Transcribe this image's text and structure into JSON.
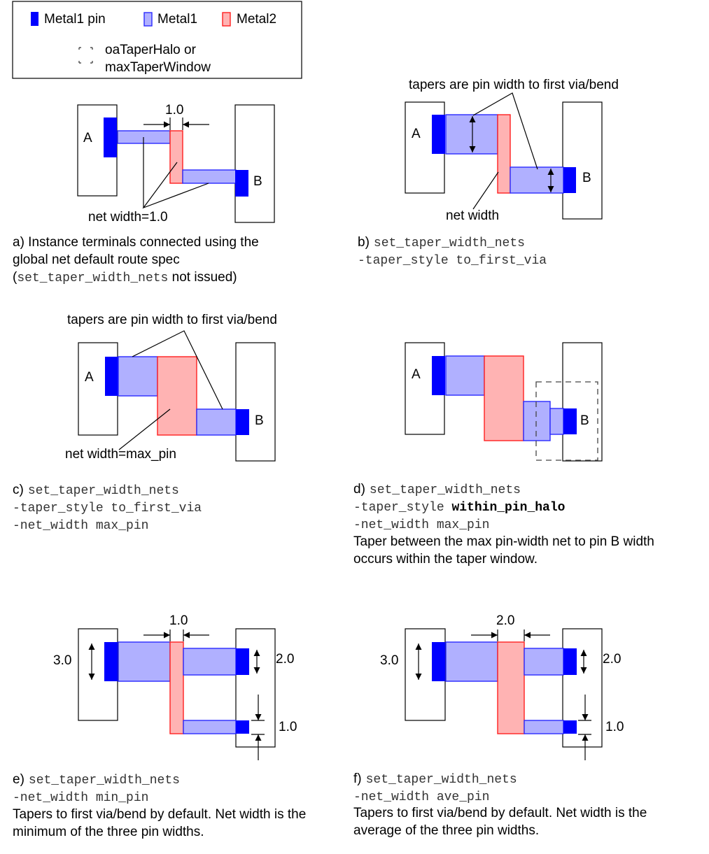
{
  "legend": {
    "metal1_pin": "Metal1 pin",
    "metal1": "Metal1",
    "metal2": "Metal2",
    "halo_line1": "oaTaperHalo or",
    "halo_line2": "maxTaperWindow",
    "colors": {
      "metal1_pin": "#0000ff",
      "metal1": "#b0b0ff",
      "metal2": "#ffb3b3",
      "metal2_stroke": "#ff2020"
    }
  },
  "panels": {
    "a": {
      "inst_a": "A",
      "inst_b": "B",
      "dim_label": "1.0",
      "annotation": "net width=1.0",
      "caption_line1": "a) Instance terminals connected using the",
      "caption_line2": "global net default route spec",
      "caption_line3_open": "(",
      "caption_line3_code": "set_taper_width_nets",
      "caption_line3_rest": " not issued)"
    },
    "b": {
      "inst_a": "A",
      "inst_b": "B",
      "annotation_top": "tapers are pin width to first via/bend",
      "annotation_bottom": "net width",
      "caption_prefix": "b)",
      "caption_code1": "set_taper_width_nets",
      "caption_code2": "-taper_style to_first_via"
    },
    "c": {
      "inst_a": "A",
      "inst_b": "B",
      "annotation_top": "tapers are pin width to first via/bend",
      "annotation_bottom": "net width=max_pin",
      "caption_prefix": "c)",
      "caption_code1": "set_taper_width_nets",
      "caption_code2": "-taper_style to_first_via",
      "caption_code3": "-net_width max_pin"
    },
    "d": {
      "inst_a": "A",
      "inst_b": "B",
      "caption_prefix": "d)",
      "caption_code1": "set_taper_width_nets",
      "caption_code2a": "-taper_style ",
      "caption_code2b": "within_pin_halo",
      "caption_code3": "-net_width max_pin",
      "caption_text1": "Taper between the max pin-width net to pin B width",
      "caption_text2": "occurs within the taper window."
    },
    "e": {
      "pin_a_width": "3.0",
      "pin_b1_width": "2.0",
      "pin_b2_width": "1.0",
      "net_width": "1.0",
      "caption_prefix": "e)",
      "caption_code1": "set_taper_width_nets",
      "caption_code2": "-net_width min_pin",
      "caption_text1": "Tapers to first via/bend by default. Net width is the",
      "caption_text2": "minimum of the three pin widths."
    },
    "f": {
      "pin_a_width": "3.0",
      "pin_b1_width": "2.0",
      "pin_b2_width": "1.0",
      "net_width": "2.0",
      "caption_prefix": "f)",
      "caption_code1": "set_taper_width_nets",
      "caption_code2": "-net_width ave_pin",
      "caption_text1": "Tapers to first via/bend by default. Net width is the",
      "caption_text2": "average of the three pin widths."
    }
  }
}
